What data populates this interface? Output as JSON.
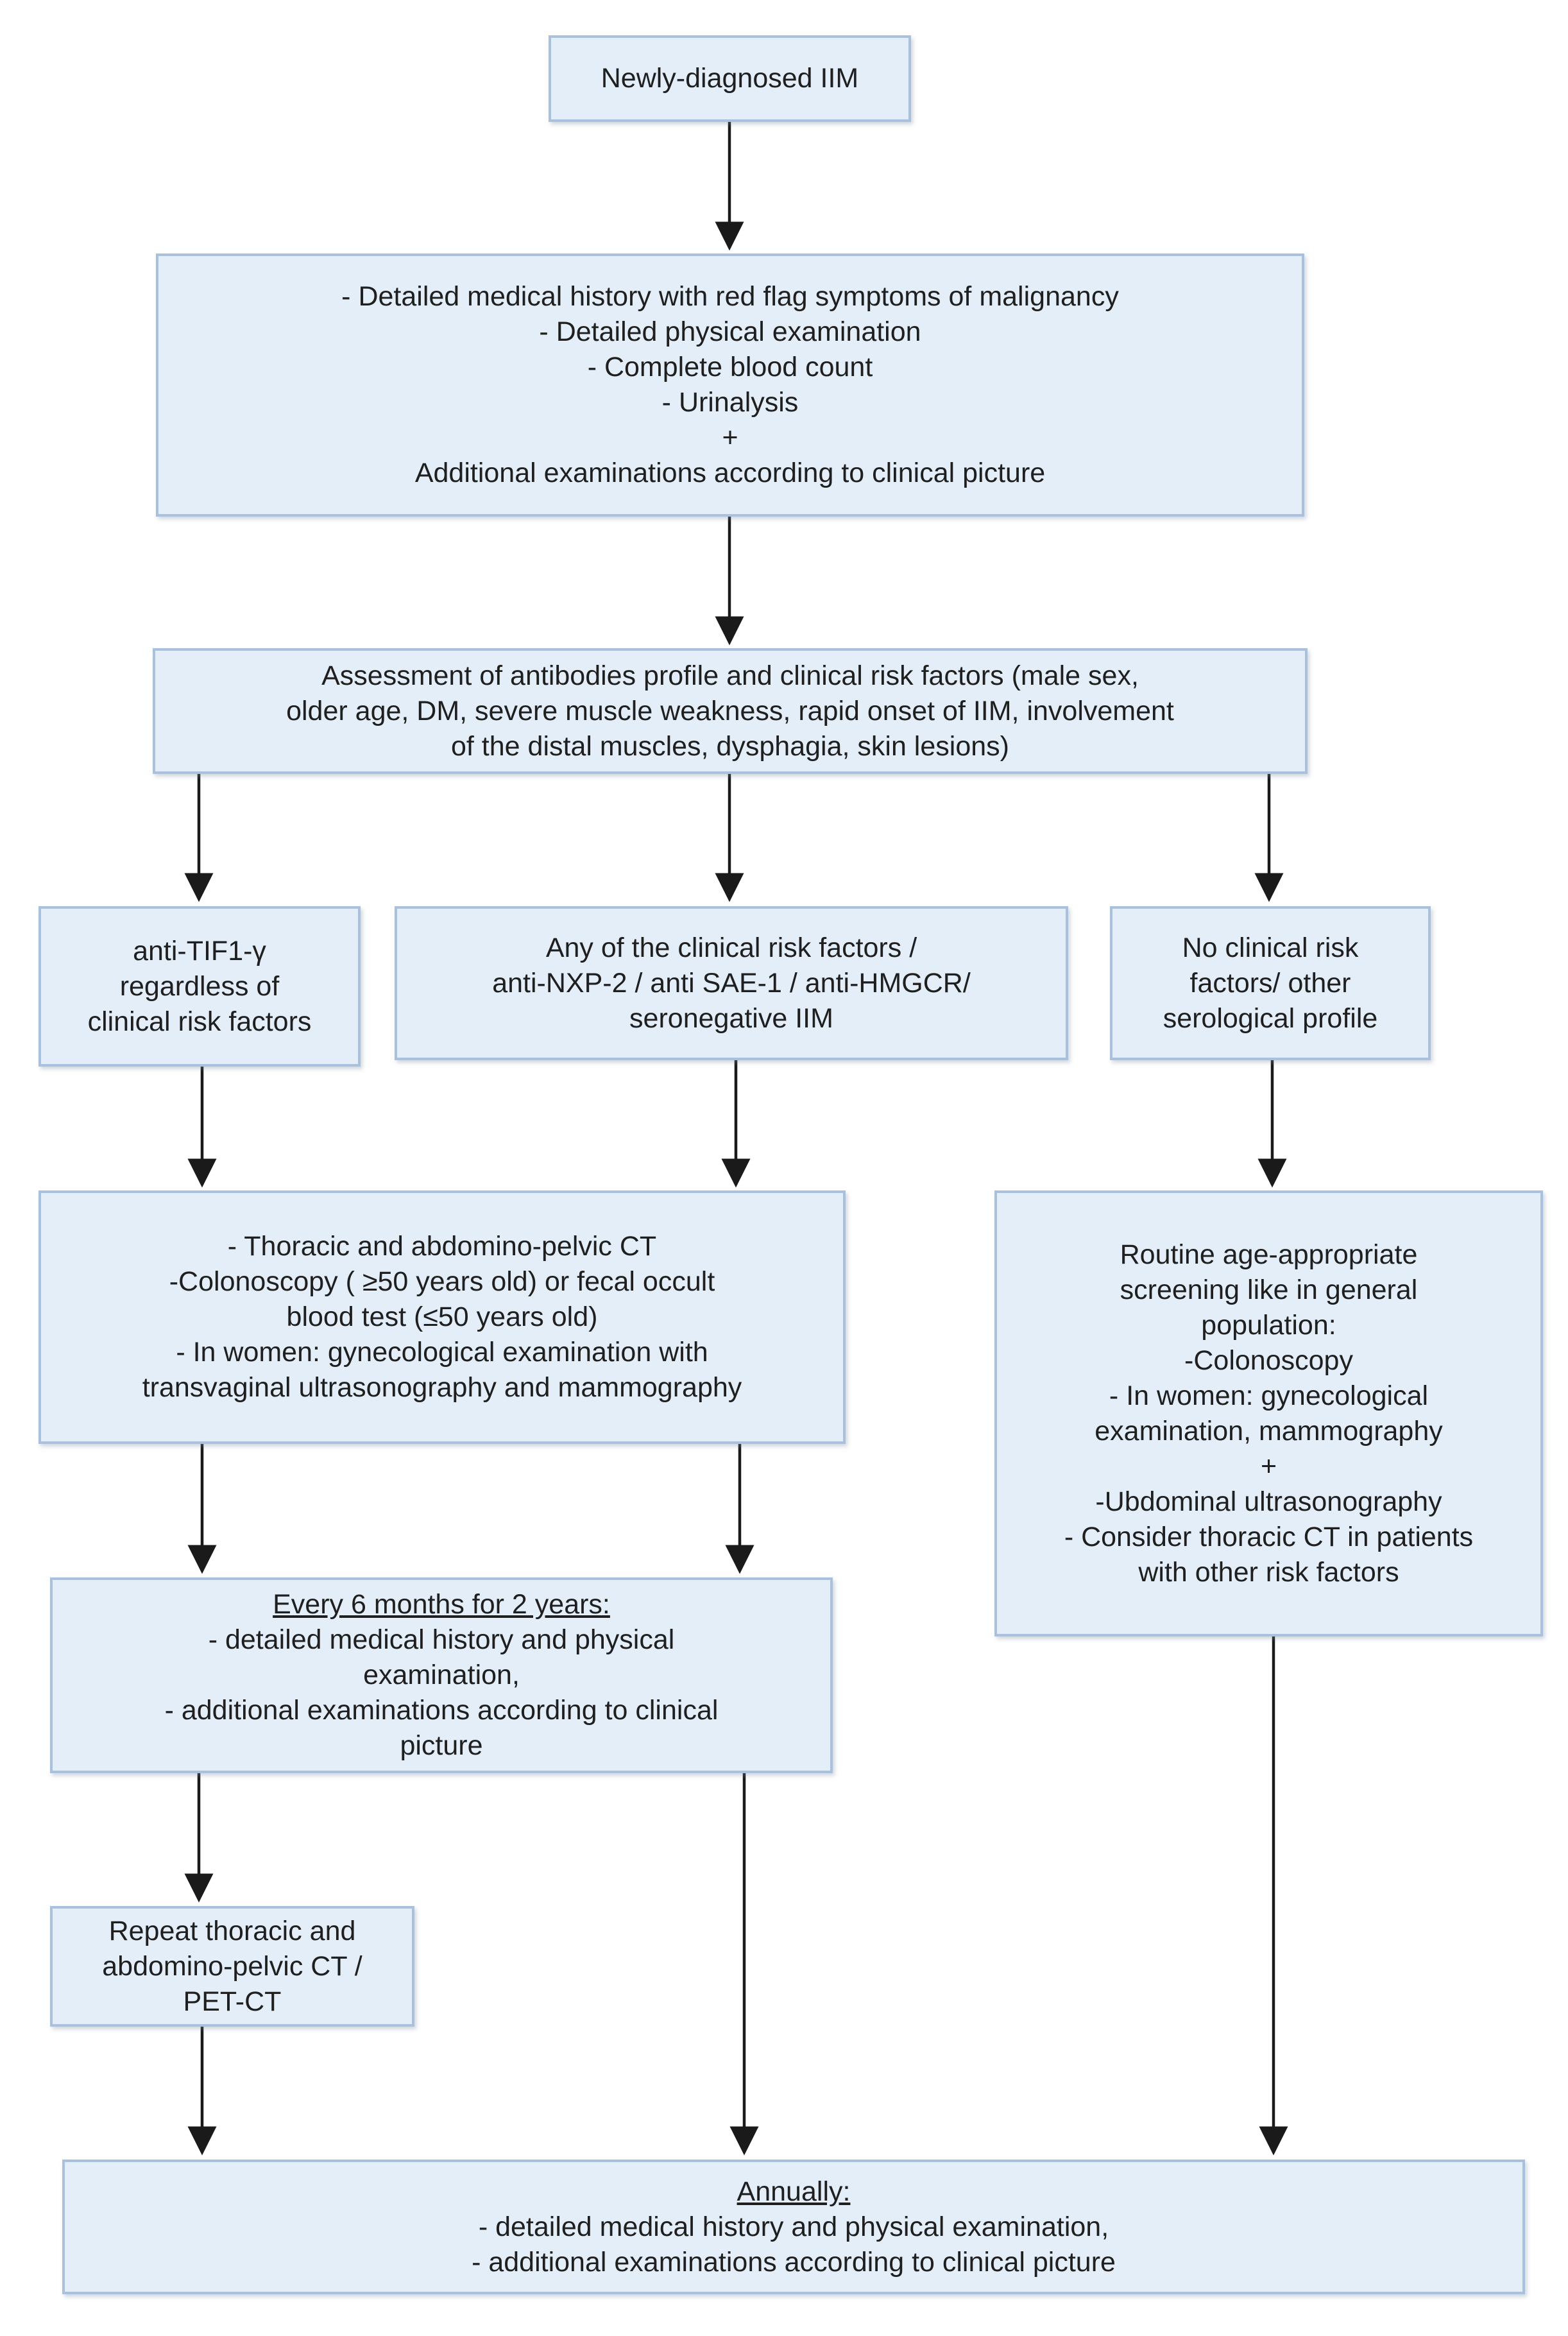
{
  "colors": {
    "box_fill": "#e3eef9",
    "box_border": "#a9c1dc",
    "arrow": "#1a1a1a",
    "text": "#1f1f1f"
  },
  "nodes": {
    "start": {
      "lines": [
        "Newly-diagnosed IIM"
      ]
    },
    "initial_workup": {
      "lines": [
        "- Detailed medical history with red flag symptoms of malignancy",
        "- Detailed physical examination",
        "- Complete blood count",
        "- Urinalysis",
        "+",
        "Additional examinations according to clinical picture"
      ]
    },
    "assessment": {
      "lines": [
        "Assessment of antibodies profile and clinical risk factors (male sex,",
        "older age, DM, severe muscle weakness, rapid onset of IIM,  involvement",
        "of the distal muscles, dysphagia, skin lesions)"
      ]
    },
    "anti_tif1": {
      "lines": [
        "anti-TIF1-γ",
        "regardless of",
        "clinical risk factors"
      ]
    },
    "any_risk": {
      "lines": [
        "Any of the clinical risk factors /",
        "anti-NXP-2 / anti SAE-1 / anti-HMGCR/",
        "seronegative IIM"
      ]
    },
    "no_risk": {
      "lines": [
        "No clinical risk",
        "factors/ other",
        "serological profile"
      ]
    },
    "ct_screening": {
      "lines": [
        "- Thoracic and abdomino-pelvic CT",
        "-Colonoscopy ( ≥50 years old) or fecal occult",
        "blood test (≤50 years old)",
        "- In women: gynecological examination with",
        "transvaginal ultrasonography and mammography"
      ]
    },
    "routine_screening": {
      "lines": [
        "Routine age-appropriate",
        "screening like in general",
        "population:",
        "-Colonoscopy",
        "- In women: gynecological",
        "examination, mammography",
        "+",
        "-Ubdominal ultrasonography",
        "- Consider thoracic CT in patients",
        "with other risk factors"
      ]
    },
    "six_months": {
      "heading": "Every 6 months for 2 years:",
      "lines": [
        "- detailed medical history and physical",
        "examination,",
        "- additional examinations according to clinical",
        "picture"
      ]
    },
    "repeat_ct": {
      "lines": [
        "Repeat thoracic and",
        "abdomino-pelvic CT /",
        "PET-CT"
      ]
    },
    "annually": {
      "heading": "Annually:",
      "lines": [
        "- detailed medical history and physical examination,",
        "- additional examinations according to clinical picture"
      ]
    }
  }
}
